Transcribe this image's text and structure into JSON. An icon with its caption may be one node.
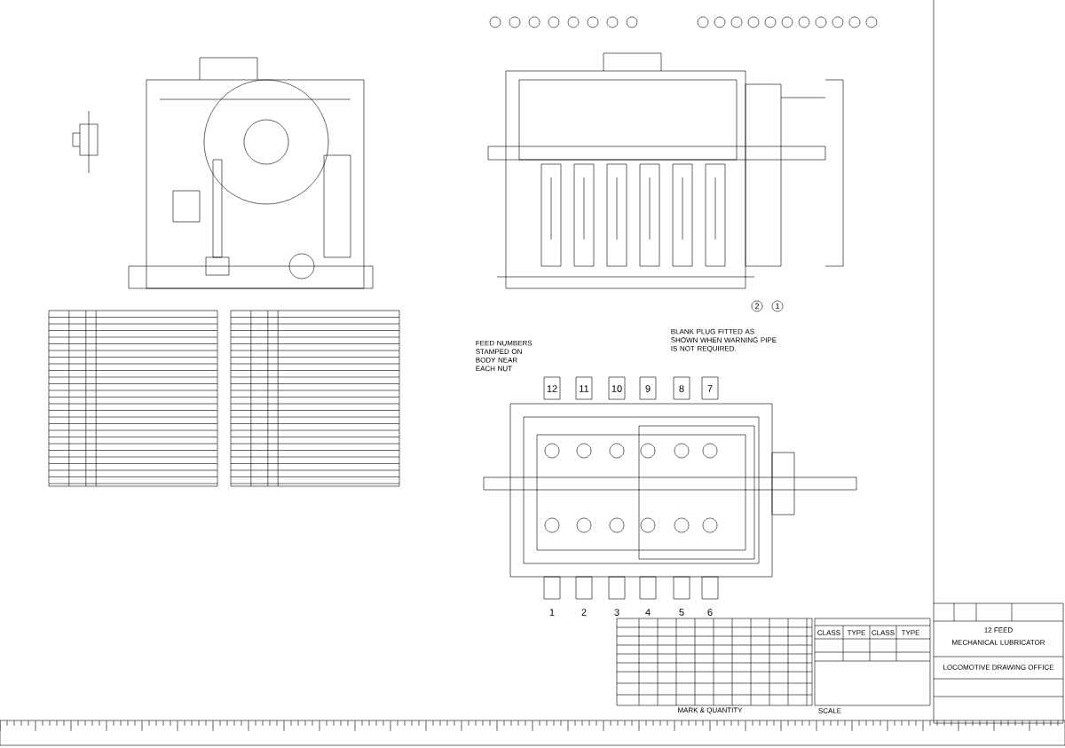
{
  "diagram": {
    "labels": [
      "12",
      "11",
      "10",
      "9",
      "8",
      "7",
      "1",
      "2",
      "3",
      "4",
      "5",
      "6",
      "FEED NUMBERS STAMPED ON BODY NEAR EACH NUT",
      "BLANK PLUG FITTED AS SHOWN WHEN WARNING PIPE IS NOT REQUIRED.",
      "2",
      "1",
      "CLASS",
      "TYPE",
      "CLASS",
      "TYPE",
      "MARK & QUANTITY",
      "SCALE",
      "12 FEED",
      "MECHANICAL LUBRICATOR",
      "LOCOMOTIVE DRAWING OFFICE"
    ]
  }
}
